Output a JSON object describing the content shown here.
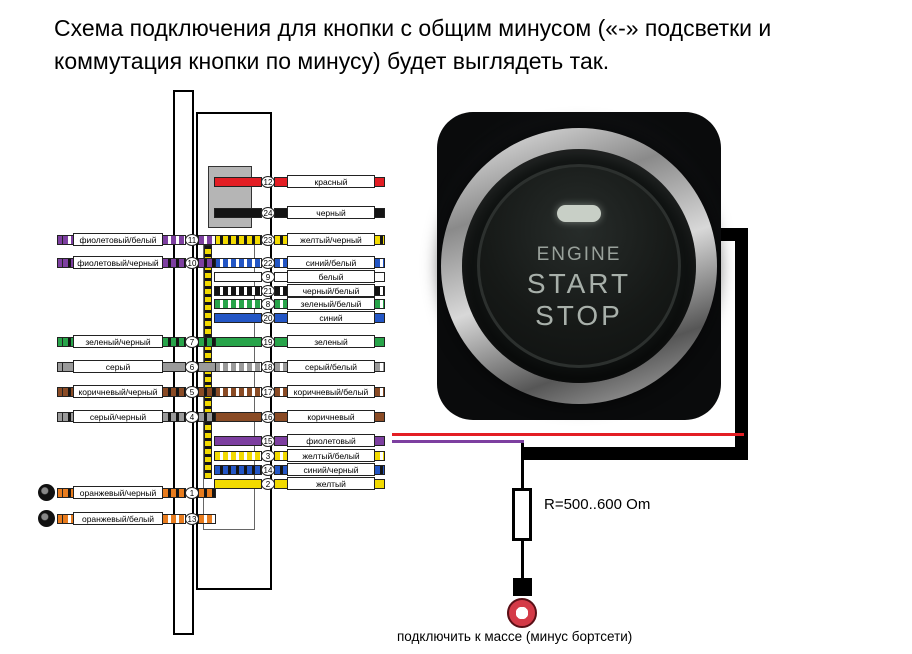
{
  "title": {
    "line1": "Схема подключения для кнопки с общим минусом («-» подсветки и",
    "line2": "коммутация кнопки по минусу) будет выглядеть так."
  },
  "button": {
    "engine": "ENGINE",
    "start": "START",
    "stop": "STOP"
  },
  "resistor": {
    "label": "R=500..600 Om"
  },
  "ground": {
    "caption": "подключить к массе (минус бортсети)"
  },
  "connector": {
    "right_pins": [
      {
        "num": "12",
        "label": "красный"
      },
      {
        "num": "24",
        "label": "черный"
      },
      {
        "num": "23",
        "label": "желтый/черный"
      },
      {
        "num": "22",
        "label": "синий/белый"
      },
      {
        "num": "9",
        "label": "белый"
      },
      {
        "num": "21",
        "label": "черный/белый"
      },
      {
        "num": "8",
        "label": "зеленый/белый"
      },
      {
        "num": "20",
        "label": "синий"
      },
      {
        "num": "19",
        "label": "зеленый"
      },
      {
        "num": "18",
        "label": "серый/белый"
      },
      {
        "num": "17",
        "label": "коричневый/белый"
      },
      {
        "num": "16",
        "label": "коричневый"
      },
      {
        "num": "15",
        "label": "фиолетовый"
      },
      {
        "num": "3",
        "label": "желтый/белый"
      },
      {
        "num": "14",
        "label": "синий/черный"
      },
      {
        "num": "2",
        "label": "желтый"
      }
    ],
    "left_pins": [
      {
        "num": "11",
        "label": "фиолетовый/белый"
      },
      {
        "num": "10",
        "label": "фиолетовый/черный"
      },
      {
        "num": "7",
        "label": "зеленый/черный"
      },
      {
        "num": "6",
        "label": "серый"
      },
      {
        "num": "5",
        "label": "коричневый/черный"
      },
      {
        "num": "4",
        "label": "серый/черный"
      },
      {
        "num": "1",
        "label": "оранжевый/черный"
      },
      {
        "num": "13",
        "label": "оранжевый/белый"
      }
    ]
  }
}
